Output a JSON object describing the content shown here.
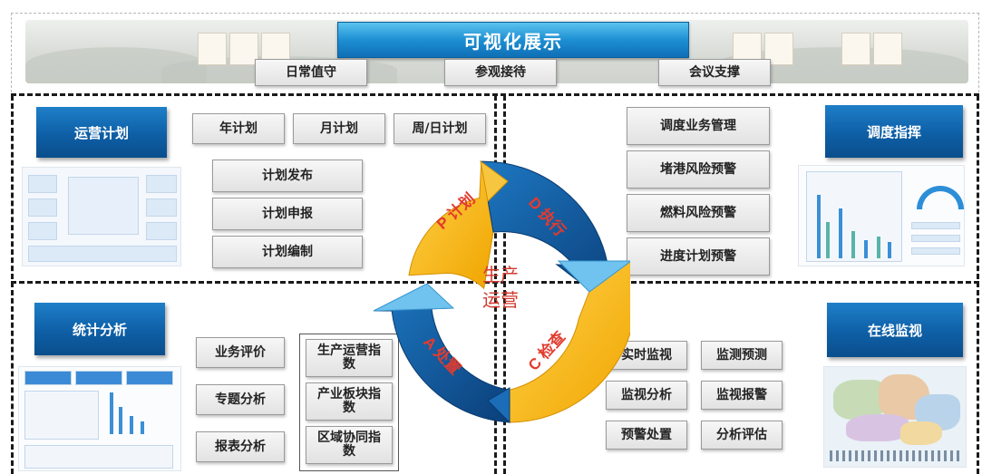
{
  "header": {
    "title": "可视化展示",
    "buttons": [
      "日常值守",
      "参观接待",
      "会议支撑"
    ]
  },
  "plan": {
    "title": "运营计划",
    "top_buttons": [
      "年计划",
      "月计划",
      "周/日计划"
    ],
    "list": [
      "计划发布",
      "计划申报",
      "计划编制"
    ]
  },
  "dispatch": {
    "title": "调度指挥",
    "list": [
      "调度业务管理",
      "堵港风险预警",
      "燃料风险预警",
      "进度计划预警"
    ]
  },
  "stats": {
    "title": "统计分析",
    "left_list": [
      "业务评价",
      "专题分析",
      "报表分析"
    ],
    "right_list": [
      "生产运营指数",
      "产业板块指数",
      "区域协同指数"
    ]
  },
  "monitor": {
    "title": "在线监视",
    "grid": [
      "实时监视",
      "监测预测",
      "监视分析",
      "监视报警",
      "预警处置",
      "分析评估"
    ]
  },
  "cycle": {
    "center": [
      "生产",
      "运营"
    ],
    "segments": [
      "P 计划",
      "D 执行",
      "C 检查",
      "A 处置"
    ],
    "colors": {
      "yellow": "#f5b617",
      "blue": "#1669b0",
      "light_blue": "#5fb7e8",
      "center_text": "#d23a2f"
    }
  }
}
